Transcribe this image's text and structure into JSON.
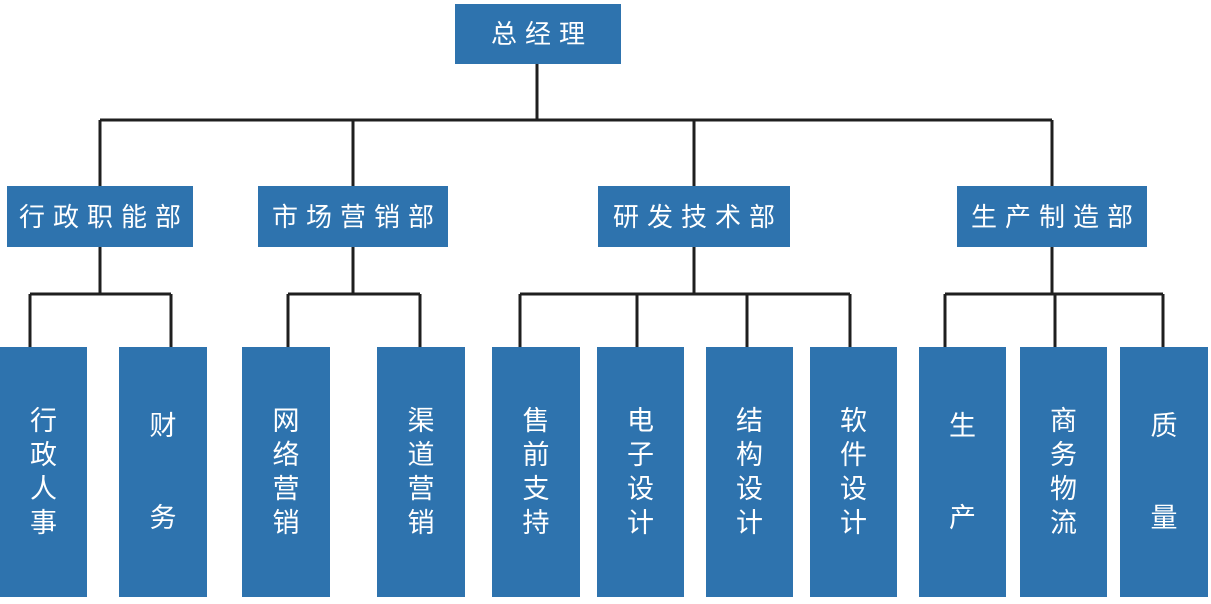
{
  "colors": {
    "box_fill": "#2e73ae",
    "box_text": "#ffffff",
    "connector": "#1f1f1f",
    "background": "#ffffff"
  },
  "org": {
    "root": {
      "label": "总经理"
    },
    "departments": [
      {
        "label": "行政职能部",
        "children": [
          {
            "label": "行政人事"
          },
          {
            "label": "财务"
          }
        ]
      },
      {
        "label": "市场营销部",
        "children": [
          {
            "label": "网络营销"
          },
          {
            "label": "渠道营销"
          }
        ]
      },
      {
        "label": "研发技术部",
        "children": [
          {
            "label": "售前支持"
          },
          {
            "label": "电子设计"
          },
          {
            "label": "结构设计"
          },
          {
            "label": "软件设计"
          }
        ]
      },
      {
        "label": "生产制造部",
        "children": [
          {
            "label": "生产"
          },
          {
            "label": "商务物流"
          },
          {
            "label": "质量"
          }
        ]
      }
    ]
  }
}
